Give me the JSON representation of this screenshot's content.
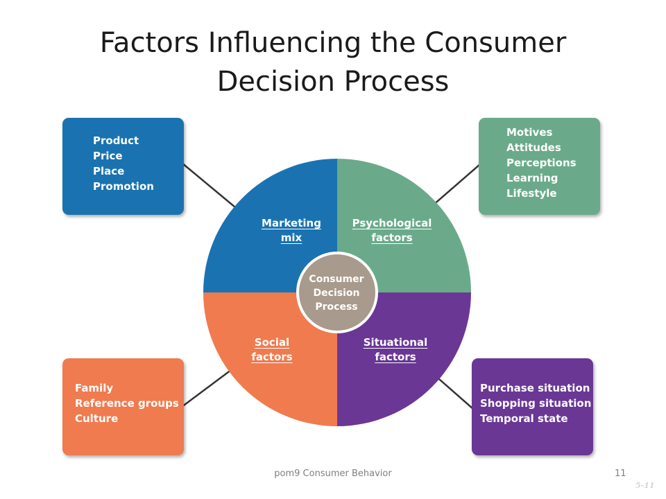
{
  "slide": {
    "title_line1": "Factors Influencing the Consumer",
    "title_line2": "Decision Process",
    "footer": "pom9 Consumer Behavior",
    "page_number": "11",
    "slide_code": "5-11"
  },
  "diagram": {
    "center": {
      "line1": "Consumer",
      "line2": "Decision",
      "line3": "Process",
      "color": "#a89a8c"
    },
    "segments": {
      "marketing": {
        "label_line1": "Marketing",
        "label_line2": "mix",
        "color": "#1a73b0",
        "items": [
          "Product",
          "Price",
          "Place",
          "Promotion"
        ]
      },
      "psychological": {
        "label_line1": "Psychological",
        "label_line2": "factors",
        "color": "#6aaa8a",
        "items": [
          "Motives",
          "Attitudes",
          "Perceptions",
          "Learning",
          "Lifestyle"
        ]
      },
      "social": {
        "label_line1": "Social",
        "label_line2": "factors",
        "color": "#ef7b4f",
        "items": [
          "Family",
          "Reference groups",
          "Culture"
        ]
      },
      "situational": {
        "label_line1": "Situational",
        "label_line2": "factors",
        "color": "#6a3795",
        "items": [
          "Purchase situation",
          "Shopping situation",
          "Temporal state"
        ]
      }
    },
    "connector_color": "#333333",
    "ring_color": "#ffffff"
  }
}
